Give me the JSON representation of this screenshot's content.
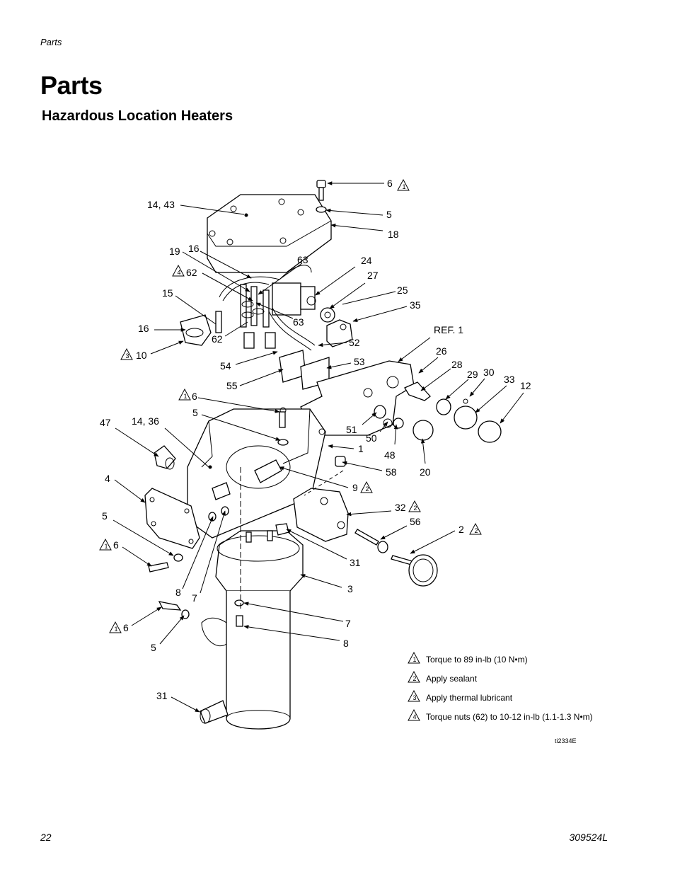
{
  "header": {
    "section": "Parts"
  },
  "title": "Parts",
  "subtitle": "Hazardous Location Heaters",
  "callouts": [
    {
      "text": "6",
      "flag": "1"
    },
    {
      "text": "5"
    },
    {
      "text": "18"
    },
    {
      "text": "14, 43"
    },
    {
      "text": "16"
    },
    {
      "text": "19"
    },
    {
      "text": "62",
      "flag": "4"
    },
    {
      "text": "63"
    },
    {
      "text": "24"
    },
    {
      "text": "27"
    },
    {
      "text": "25"
    },
    {
      "text": "35"
    },
    {
      "text": "15"
    },
    {
      "text": "63"
    },
    {
      "text": "16"
    },
    {
      "text": "62"
    },
    {
      "text": "52"
    },
    {
      "text": "10",
      "flag": "3"
    },
    {
      "text": "REF. 1"
    },
    {
      "text": "26"
    },
    {
      "text": "54"
    },
    {
      "text": "53"
    },
    {
      "text": "28"
    },
    {
      "text": "29"
    },
    {
      "text": "30"
    },
    {
      "text": "33"
    },
    {
      "text": "12"
    },
    {
      "text": "55"
    },
    {
      "text": "6",
      "flag": "1"
    },
    {
      "text": "5"
    },
    {
      "text": "47"
    },
    {
      "text": "14, 36"
    },
    {
      "text": "51"
    },
    {
      "text": "50"
    },
    {
      "text": "1"
    },
    {
      "text": "48"
    },
    {
      "text": "58"
    },
    {
      "text": "20"
    },
    {
      "text": "4"
    },
    {
      "text": "9",
      "flag": "2"
    },
    {
      "text": "5"
    },
    {
      "text": "32",
      "flag": "2"
    },
    {
      "text": "56"
    },
    {
      "text": "2",
      "flag": "2"
    },
    {
      "text": "6",
      "flag": "1"
    },
    {
      "text": "31"
    },
    {
      "text": "3"
    },
    {
      "text": "8"
    },
    {
      "text": "7"
    },
    {
      "text": "7"
    },
    {
      "text": "6",
      "flag": "1"
    },
    {
      "text": "8"
    },
    {
      "text": "5"
    },
    {
      "text": "31"
    }
  ],
  "notes": [
    {
      "flag": "1",
      "text": "Torque to 89 in-lb (10 N•m)"
    },
    {
      "flag": "2",
      "text": "Apply sealant"
    },
    {
      "flag": "3",
      "text": "Apply thermal lubricant"
    },
    {
      "flag": "4",
      "text": "Torque nuts (62) to 10-12 in-lb (1.1-1.3 N•m)"
    }
  ],
  "drawing_number": "ti2334E",
  "footer": {
    "page": "22",
    "doc": "309524L"
  }
}
